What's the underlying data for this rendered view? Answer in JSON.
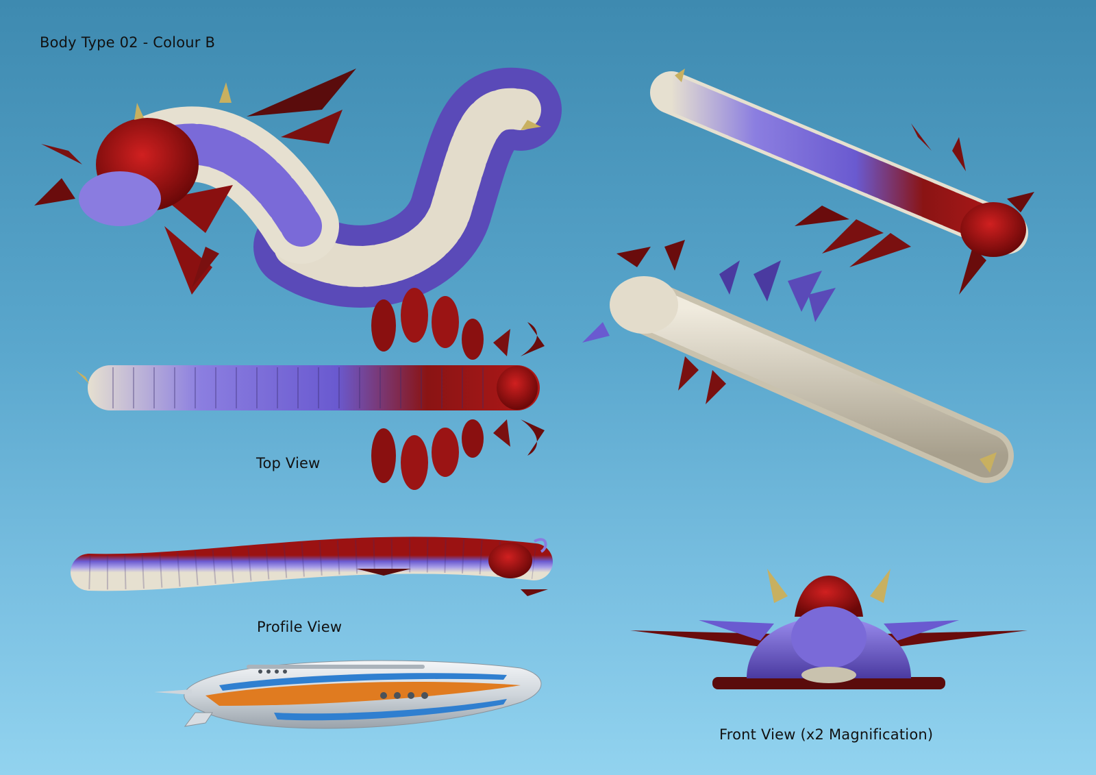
{
  "sheet": {
    "title": "Body Type 02 - Colour B",
    "view_labels": {
      "top": "Top View",
      "profile": "Profile View",
      "front": "Front View (x2 Magnification)"
    }
  },
  "palette": {
    "background_top": "#3e8ab0",
    "background_bottom": "#92d3ef",
    "creature_red": "#9b1010",
    "creature_purple": "#6a5ad0",
    "creature_cream": "#e6e0d0",
    "claw_dark": "#5a0c0c",
    "ship_silver": "#d8dde2",
    "ship_orange": "#e07b20",
    "ship_blue": "#2f7fd0"
  },
  "illustrations": [
    "coiled-creature-illustration",
    "diagonal-creature-illustration",
    "top-view-creature-illustration",
    "underside-creature-illustration",
    "profile-view-creature-illustration",
    "front-view-creature-illustration",
    "submarine-illustration"
  ]
}
